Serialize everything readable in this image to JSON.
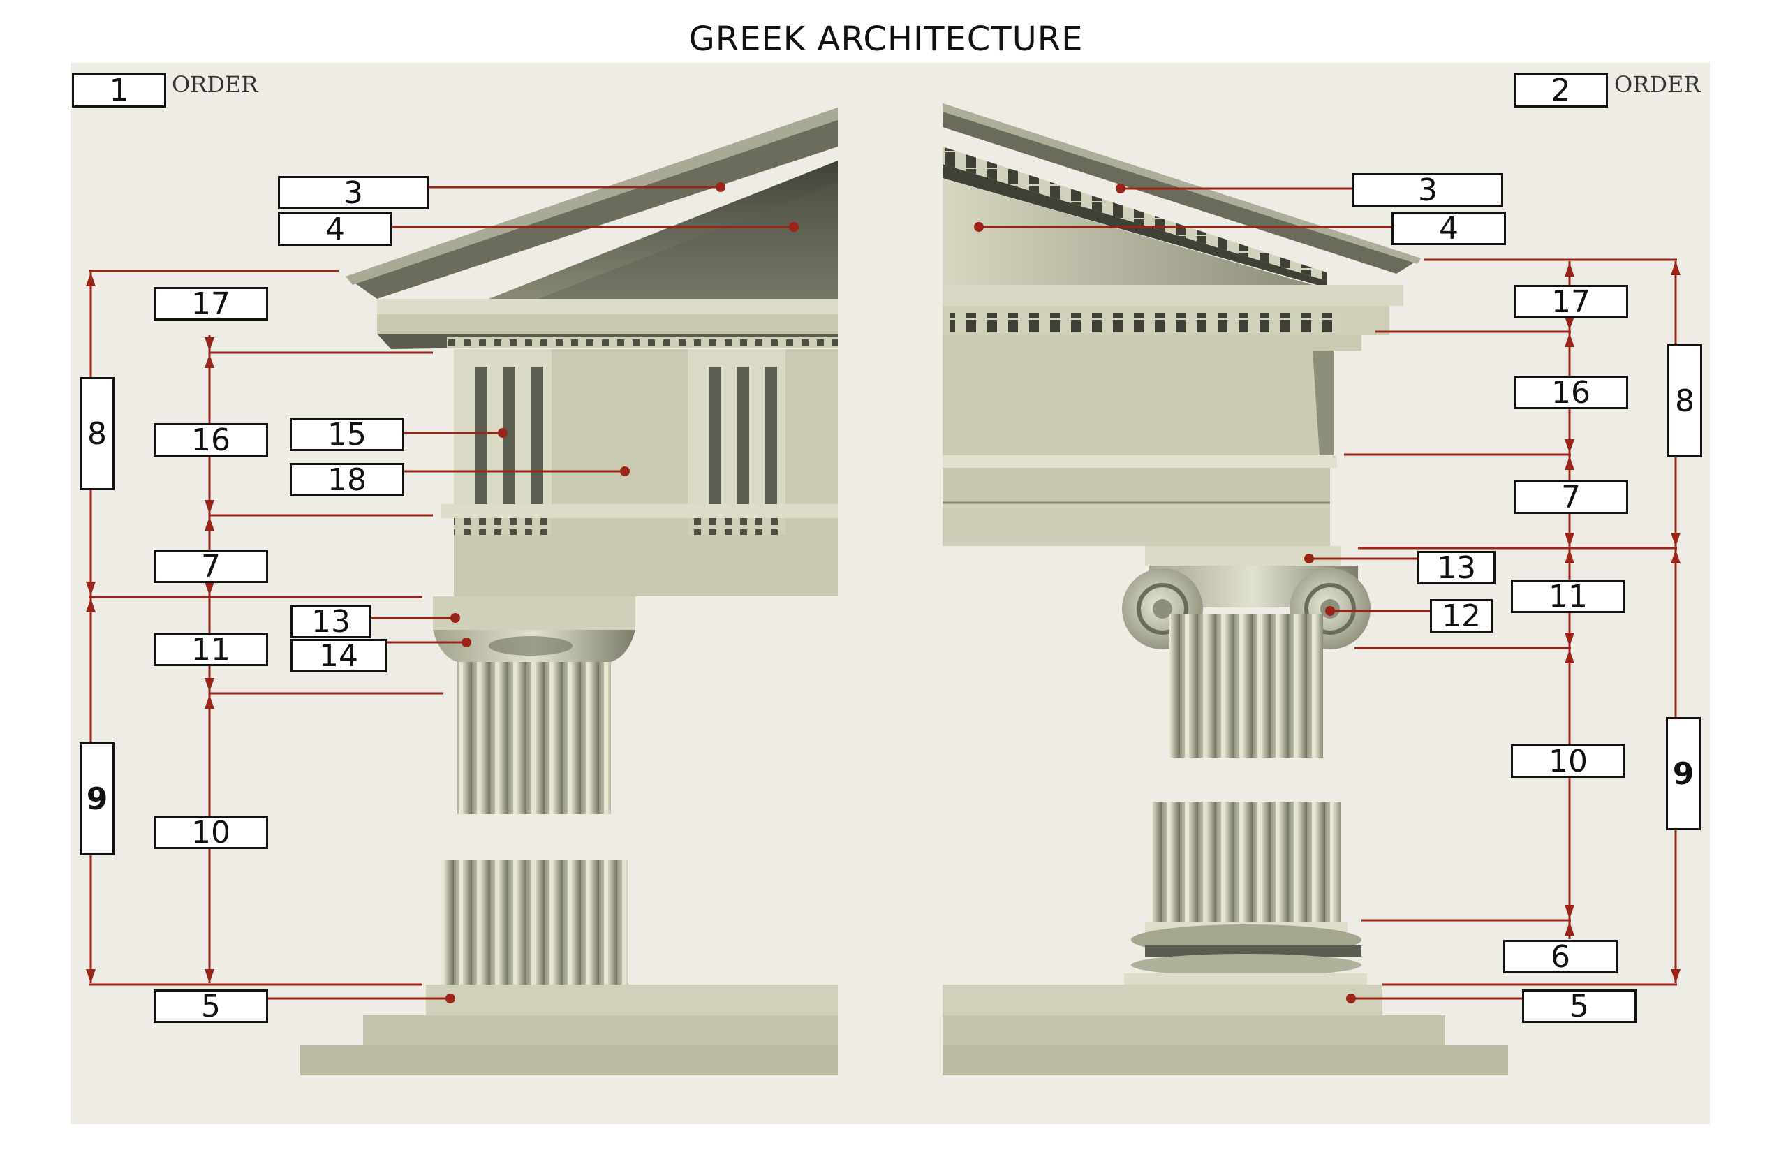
{
  "title": "GREEK ARCHITECTURE",
  "order_word": "ORDER",
  "left": {
    "order_number": "1",
    "labels": {
      "l3": "3",
      "l4": "4",
      "l17": "17",
      "l8": "8",
      "l16": "16",
      "l15": "15",
      "l18": "18",
      "l7": "7",
      "l13": "13",
      "l11": "11",
      "l14": "14",
      "l9": "9",
      "l10": "10",
      "l5": "5"
    }
  },
  "right": {
    "order_number": "2",
    "labels": {
      "l3": "3",
      "l4": "4",
      "l17": "17",
      "l16": "16",
      "l8": "8",
      "l7": "7",
      "l13": "13",
      "l11": "11",
      "l12": "12",
      "l10": "10",
      "l9": "9",
      "l6": "6",
      "l5": "5"
    }
  },
  "colors": {
    "background_panel": "#efece5",
    "stone_light": "#d6d6c1",
    "stone_mid": "#c4c4ac",
    "stone_dark": "#4c4e42",
    "leader_line": "#9b2418",
    "label_border": "#111111"
  }
}
